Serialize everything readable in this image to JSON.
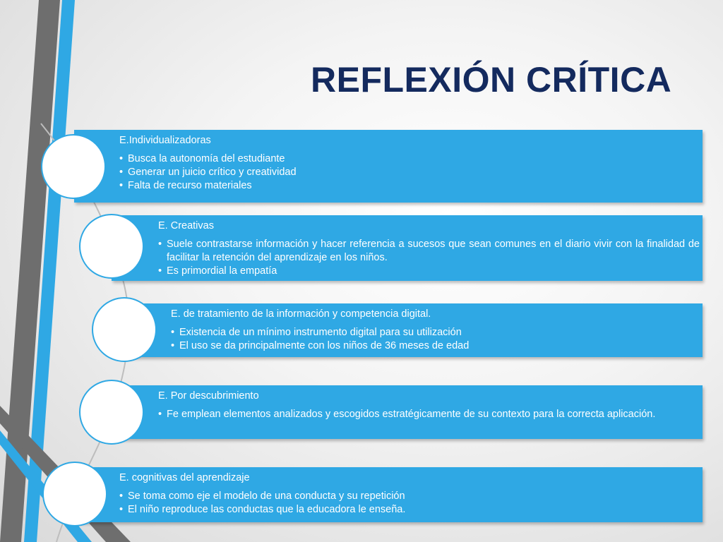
{
  "slide": {
    "title": "REFLEXIÓN CRÍTICA",
    "accent_color": "#2fa8e4",
    "title_color": "#142a5e",
    "items": [
      {
        "heading": "E.Individualizadoras",
        "bullets": [
          "Busca la autonomía del estudiante",
          "Generar un juicio crítico y creatividad",
          "Falta de recurso materiales"
        ]
      },
      {
        "heading": "E. Creativas",
        "bullets": [
          "Suele contrastarse información y hacer referencia a sucesos que sean comunes en el diario vivir con la finalidad de facilitar la retención del aprendizaje en los niños.",
          "Es primordial la empatía"
        ]
      },
      {
        "heading": "E. de tratamiento de la información y competencia digital.",
        "bullets": [
          "Existencia de un mínimo instrumento digital para su utilización",
          "El uso se da principalmente con los niños de 36 meses de edad"
        ]
      },
      {
        "heading": "E. Por descubrimiento",
        "bullets": [
          "Fe emplean elementos analizados y escogidos estratégicamente de su contexto para la correcta aplicación."
        ]
      },
      {
        "heading": "E. cognitivas del aprendizaje",
        "bullets": [
          "Se toma como eje el modelo de una conducta y su repetición",
          "El niño reproduce las conductas que la educadora le enseña."
        ]
      }
    ]
  }
}
